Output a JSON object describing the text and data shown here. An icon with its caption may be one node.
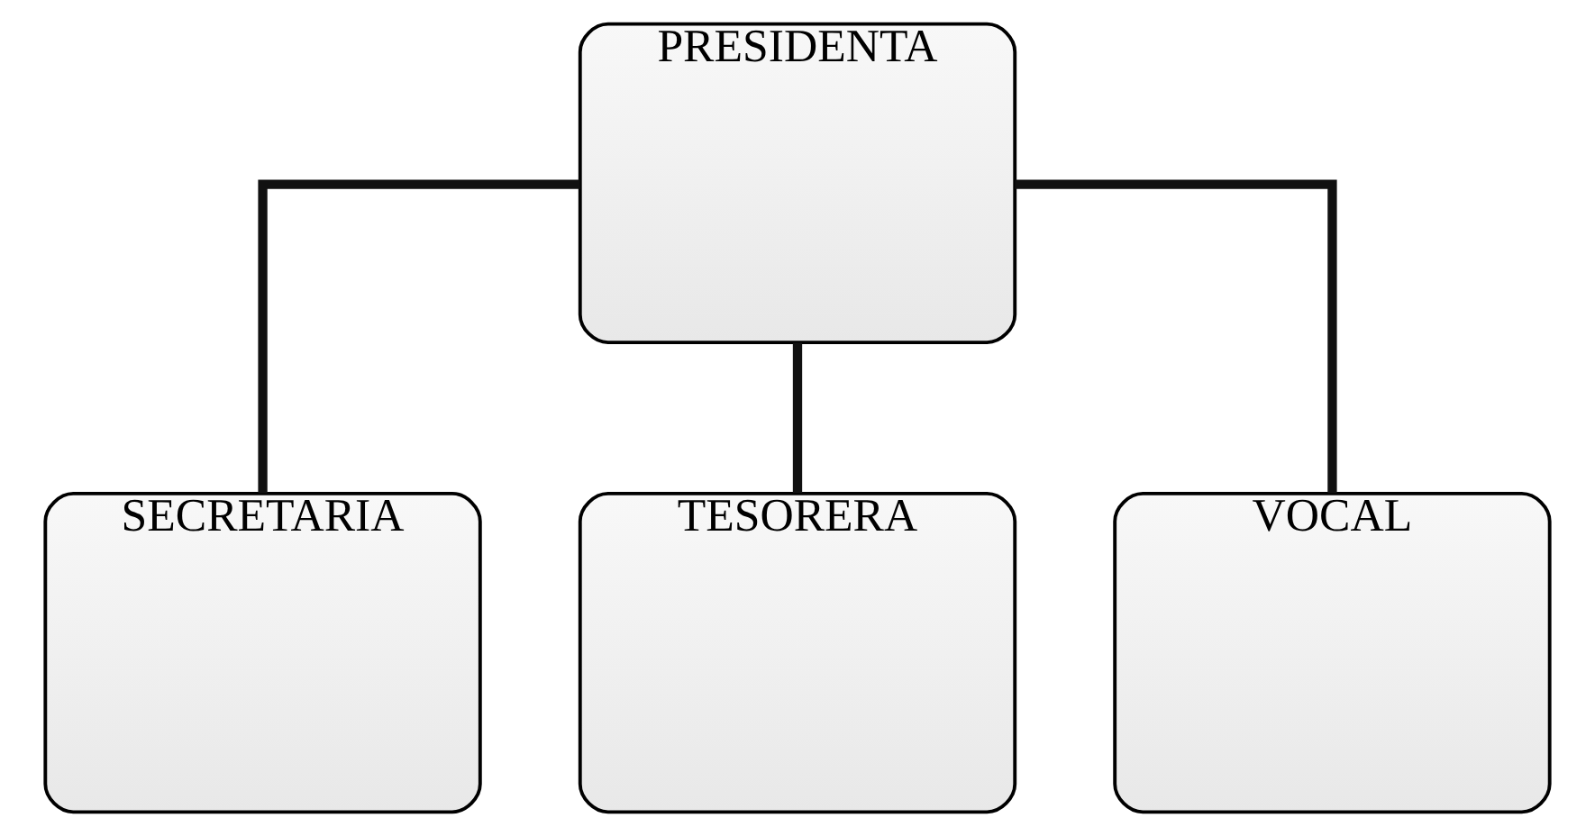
{
  "diagram": {
    "nodes": [
      {
        "text": [
          "PRESIDENTA"
        ]
      },
      {
        "text": [
          "SECRETARIA"
        ]
      },
      {
        "text": [
          "TESORERA"
        ]
      },
      {
        "text": [
          "VOCAL"
        ]
      }
    ],
    "edges": [
      {
        "from": 0,
        "to": 1,
        "arrow": "none"
      },
      {
        "from": 0,
        "to": 2,
        "arrow": "none"
      },
      {
        "from": 0,
        "to": 3,
        "arrow": "none"
      }
    ]
  }
}
